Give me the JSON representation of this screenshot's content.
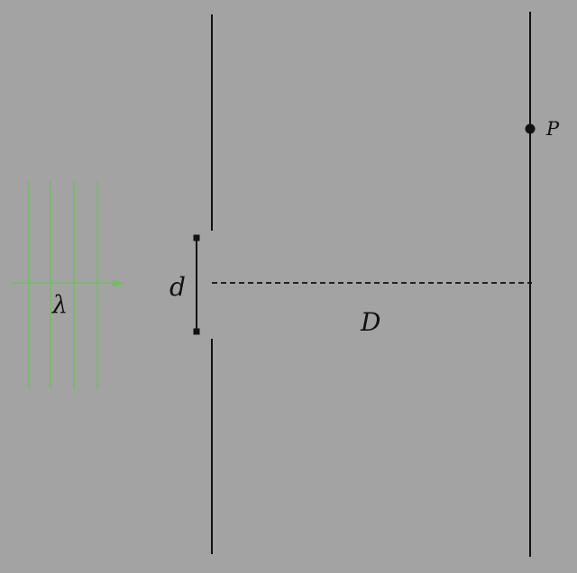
{
  "labels": {
    "wavelength": "λ",
    "slit_separation": "d",
    "screen_distance": "D",
    "point": "P"
  },
  "colors": {
    "background": "#a3a3a3",
    "wavefront": "#6fbf5f",
    "ink": "#111111"
  }
}
